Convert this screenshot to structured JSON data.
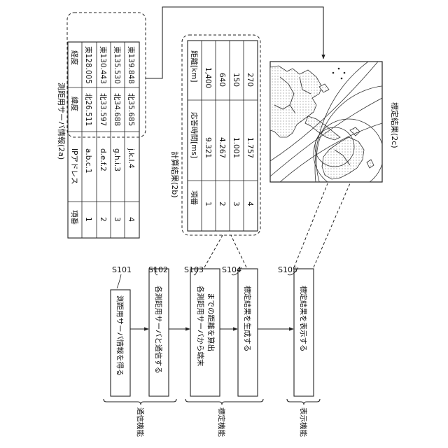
{
  "flow": {
    "steps": [
      {
        "id": "S101",
        "text": "測距用サーバ情報を得る"
      },
      {
        "id": "S102",
        "text": "各測距用サーバと通信する"
      },
      {
        "id": "S103",
        "text": "各測距用サーバから端末",
        "text2": "までの距離を算出"
      },
      {
        "id": "S104",
        "text": "標定結果を生成する"
      },
      {
        "id": "S105",
        "text": "標定結果を表示する"
      }
    ],
    "functions": [
      "通信機能",
      "標定機能",
      "表示機能"
    ]
  },
  "server_table": {
    "title": "測距用サーバ情報(2a)",
    "headers": [
      "項番",
      "IPアドレス",
      "緯度",
      "経度"
    ],
    "rows": [
      [
        "1",
        "a.b.c.1",
        "北26.511",
        "東128.005"
      ],
      [
        "2",
        "d.e.f.2",
        "北33.597",
        "東130.443"
      ],
      [
        "3",
        "g.h.i.3",
        "北34.688",
        "東135.530"
      ],
      [
        "4",
        "j.k.l.4",
        "北35.685",
        "東139.848"
      ]
    ]
  },
  "calc_table": {
    "title": "計算結果(2b)",
    "headers": [
      "項番",
      "応答時間[ms]",
      "距離[km]"
    ],
    "rows": [
      [
        "1",
        "9.321",
        "1,400"
      ],
      [
        "2",
        "4.267",
        "640"
      ],
      [
        "3",
        "1.001",
        "150"
      ],
      [
        "4",
        "1.757",
        "270"
      ]
    ]
  },
  "map": {
    "title": "標定結果(2c)"
  }
}
